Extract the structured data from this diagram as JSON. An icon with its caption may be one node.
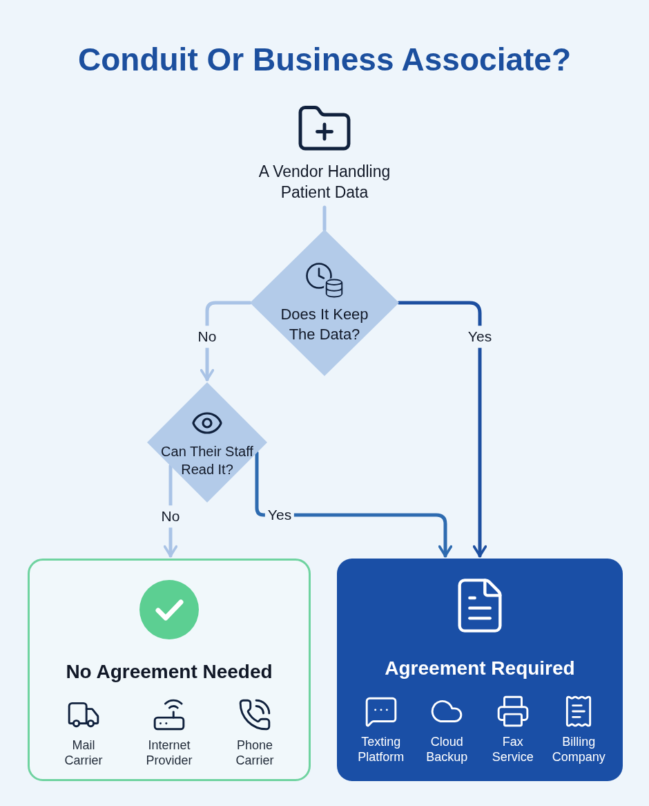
{
  "diagram": {
    "title": "Conduit Or Business Associate?",
    "nodes": [
      {
        "text": [
          "A Vendor Handling Patient Data"
        ]
      },
      {
        "text": [
          "Does It Keep The Data?"
        ]
      },
      {
        "text": [
          "Can Their Staff Read It?"
        ]
      },
      {
        "text": [
          "No Agreement Needed",
          "Mail Carrier",
          "Internet Provider",
          "Phone Carrier"
        ]
      },
      {
        "text": [
          "Agreement Required",
          "Texting Platform",
          "Cloud Backup",
          "Fax Service",
          "Billing Company"
        ]
      }
    ],
    "edges": [
      {
        "from": 0,
        "to": 1,
        "arrow": "none"
      },
      {
        "from": 1,
        "to": 2,
        "label": "No",
        "arrow": "to"
      },
      {
        "from": 1,
        "to": 4,
        "label": "Yes",
        "arrow": "to",
        "color": "#1d4fa0"
      },
      {
        "from": 2,
        "to": 3,
        "label": "No",
        "arrow": "to"
      },
      {
        "from": 2,
        "to": 4,
        "label": "Yes",
        "arrow": "to",
        "color": "#2e6bb0"
      }
    ]
  }
}
